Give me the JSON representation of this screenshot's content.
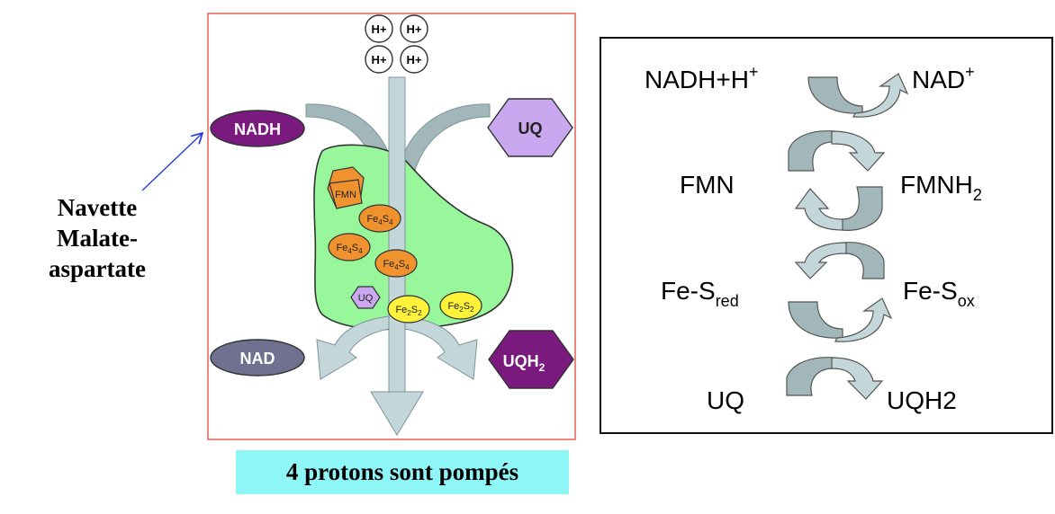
{
  "complex": {
    "protons": [
      "H+",
      "H+",
      "H+",
      "H+"
    ],
    "nadh_label": "NADH",
    "uq_label": "UQ",
    "nad_label": "NAD",
    "uqh2_label": "UQH",
    "uqh2_sub": "2",
    "cofactors": {
      "fmn": "FMN",
      "fe4s4_a": {
        "main": "Fe",
        "sub1": "4",
        "mid": "S",
        "sub2": "4"
      },
      "fe4s4_b": {
        "main": "Fe",
        "sub1": "4",
        "mid": "S",
        "sub2": "4"
      },
      "fe4s4_c": {
        "main": "Fe",
        "sub1": "4",
        "mid": "S",
        "sub2": "4"
      },
      "uq_small": "UQ",
      "fe2s2_a": {
        "main": "Fe",
        "sub1": "2",
        "mid": "S",
        "sub2": "2"
      },
      "fe2s2_b": {
        "main": "Fe",
        "sub1": "2",
        "mid": "S",
        "sub2": "2"
      }
    }
  },
  "shuttle_label": [
    "Navette",
    "Malate-",
    "aspartate"
  ],
  "caption": "4 protons sont pompés",
  "reactions": {
    "nadh": "NADH+H",
    "nadh_sup": "+",
    "nad": "NAD",
    "nad_sup": "+",
    "fmn": "FMN",
    "fmnh2": "FMNH",
    "fmnh2_sub": "2",
    "fes_red": "Fe-S",
    "fes_red_sub": "red",
    "fes_ox": "Fe-S",
    "fes_ox_sub": "ox",
    "uq": "UQ",
    "uqh2": "UQH2"
  },
  "colors": {
    "frame": "#E0473F",
    "nadh": "#7A1A7E",
    "nad": "#707090",
    "uq_light": "#C9A8F0",
    "uqh2": "#7A1A7E",
    "membrane": "#98F79B",
    "fe4s4": "#F0922E",
    "fe2s2": "#FFF23A",
    "arrow_light": "#C3D7DA",
    "arrow_dark": "#A2B7BA",
    "caption_bg": "#8FF6F7"
  }
}
